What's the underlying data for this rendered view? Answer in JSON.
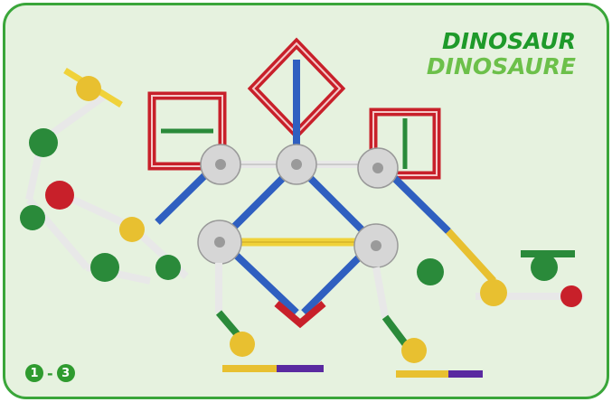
{
  "title": {
    "english": "DINOSAUR",
    "french": "DINOSAURE"
  },
  "steps": {
    "from": "1",
    "separator": "-",
    "to": "3"
  },
  "colors": {
    "frame_green": "#3aa63a",
    "background": "#e6f2df",
    "rod_blue": "#2f5fc0",
    "rod_yellow": "#f0d23a",
    "rod_white": "#e8e8e8",
    "connector_red": "#c8202a",
    "connector_green": "#2a8a3a",
    "connector_grey": "#c8c8c8",
    "connector_yellow": "#e8c030",
    "connector_purple": "#5a2aa0"
  },
  "illustration": {
    "subject": "dinosaur-model-built-from-rods-and-connectors"
  }
}
